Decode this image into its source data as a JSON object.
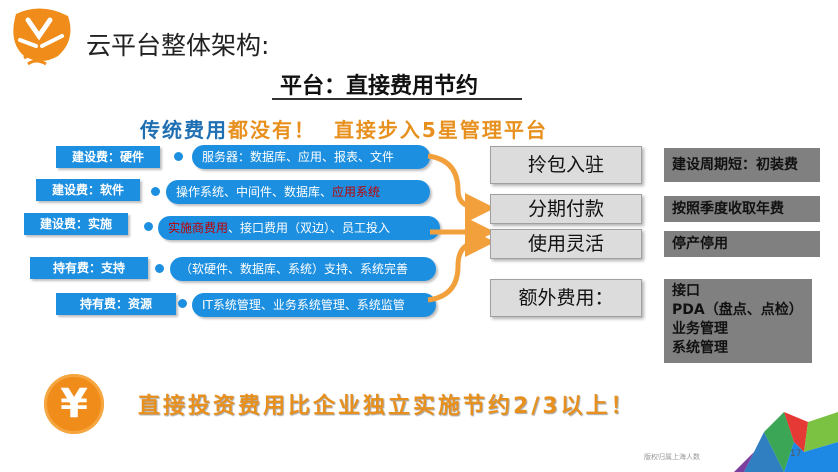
{
  "header": {
    "title": "云平台整体架构:",
    "subtitle": "平台：直接费用节约"
  },
  "headline": {
    "part1": "传统费用",
    "part2": "都没有！",
    "part3": "直接步入5星管理平台"
  },
  "left_items": [
    {
      "tag": "建设费：硬件",
      "pill": "服务器：数据库、应用、报表、文件",
      "highlight": "",
      "pill_rest": ""
    },
    {
      "tag": "建设费：软件",
      "pill": "操作系统、中间件、数据库、",
      "highlight": "应用系统",
      "pill_rest": ""
    },
    {
      "tag": "建设费：实施",
      "pill": "",
      "highlight": "实施商费用",
      "pill_rest": "、接口费用（双边）、员工投入"
    },
    {
      "tag": "持有费：支持",
      "pill": "（软硬件、数据库、系统）支持、系统完善",
      "highlight": "",
      "pill_rest": ""
    },
    {
      "tag": "持有费：资源",
      "pill": "IT系统管理、业务系统管理、系统监管",
      "highlight": "",
      "pill_rest": ""
    }
  ],
  "center_boxes": [
    "拎包入驻",
    "分期付款",
    "使用灵活",
    "额外费用："
  ],
  "right_boxes": [
    "建设周期短：初装费",
    "按照季度收取年费",
    "停产停用",
    [
      "接口",
      "PDA（盘点、点检）",
      "业务管理",
      "系统管理"
    ]
  ],
  "bottom": {
    "coin_symbol": "¥",
    "text": "直接投资费用比企业独立实施节约2/3以上！"
  },
  "footer": {
    "note": "版权归属上海人数",
    "page": "17"
  },
  "colors": {
    "accent_blue": "#1d8fe0",
    "accent_orange": "#f08c1a",
    "grey_box": "#808080"
  }
}
